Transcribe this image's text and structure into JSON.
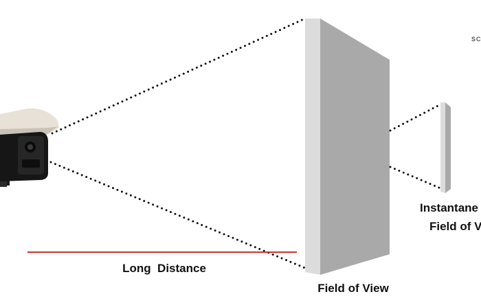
{
  "labels": {
    "long_distance": "Long  Distance",
    "field_of_view": "Field of View",
    "ifov_line1": "Instantane",
    "ifov_line2": "Field of Vi",
    "corner_mark": "SC"
  },
  "colors": {
    "distance_line": "#d32f2f",
    "panel_front": "#a9a9a9",
    "panel_side": "#dcdcdc",
    "dotted_lines": "#111111",
    "camera_body": "#161616",
    "camera_hood": "#e7e1d7"
  },
  "icons": {
    "camera": "security-camera-icon"
  }
}
